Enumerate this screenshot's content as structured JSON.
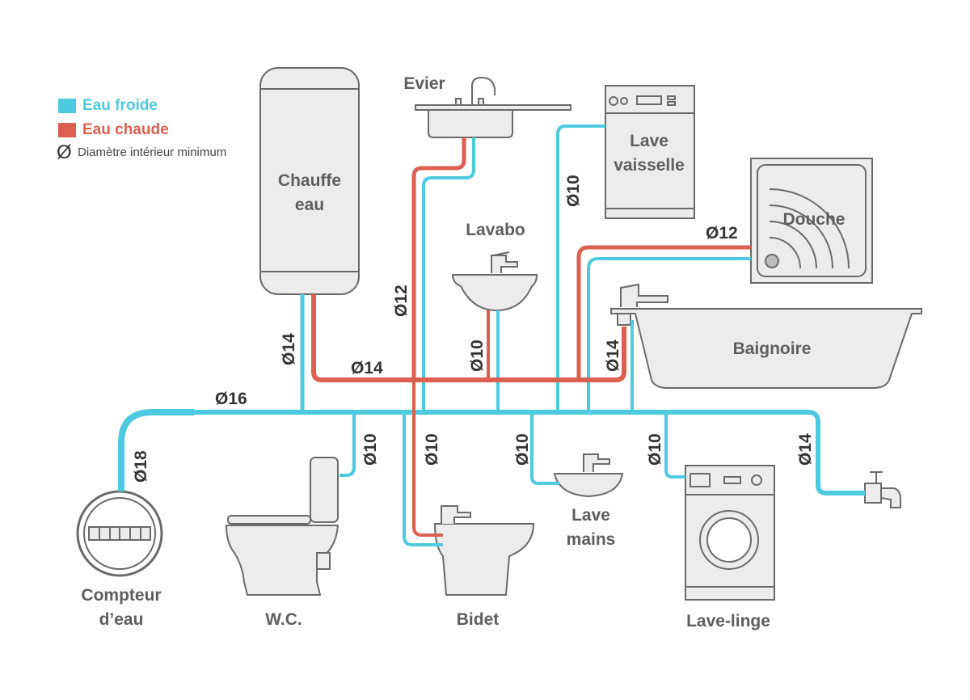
{
  "colors": {
    "cold": "#4dcadf",
    "hot": "#dd5f50",
    "fixture_fill": "#ececec",
    "fixture_stroke": "#6a6a6a",
    "label_text": "#5e5e5e",
    "dimension_text": "#333333"
  },
  "legend": {
    "cold_label": "Eau froide",
    "hot_label": "Eau chaude",
    "diameter_symbol": "Ø",
    "diameter_note": "Diamètre intérieur minimum"
  },
  "fixtures": {
    "chauffe_eau": {
      "line1": "Chauffe",
      "line2": "eau"
    },
    "evier": {
      "line1": "Evier"
    },
    "lave_vaisselle": {
      "line1": "Lave",
      "line2": "vaisselle"
    },
    "douche": {
      "line1": "Douche"
    },
    "lavabo": {
      "line1": "Lavabo"
    },
    "baignoire": {
      "line1": "Baignoire"
    },
    "compteur": {
      "line1": "Compteur",
      "line2": "d’eau"
    },
    "wc": {
      "line1": "W.C."
    },
    "bidet": {
      "line1": "Bidet"
    },
    "lave_mains": {
      "line1": "Lave",
      "line2": "mains"
    },
    "lave_linge": {
      "line1": "Lave-linge"
    }
  },
  "dimensions": {
    "compteur_supply": "Ø18",
    "main_line": "Ø16",
    "heater_cold_in": "Ø14",
    "hot_main": "Ø14",
    "evier_hot": "Ø12",
    "lavabo": "Ø10",
    "lave_vaisselle": "Ø10",
    "douche": "Ø12",
    "baignoire": "Ø14",
    "wc": "Ø10",
    "bidet": "Ø10",
    "lave_mains": "Ø10",
    "lave_linge": "Ø10",
    "robinet_exterieur": "Ø14"
  }
}
